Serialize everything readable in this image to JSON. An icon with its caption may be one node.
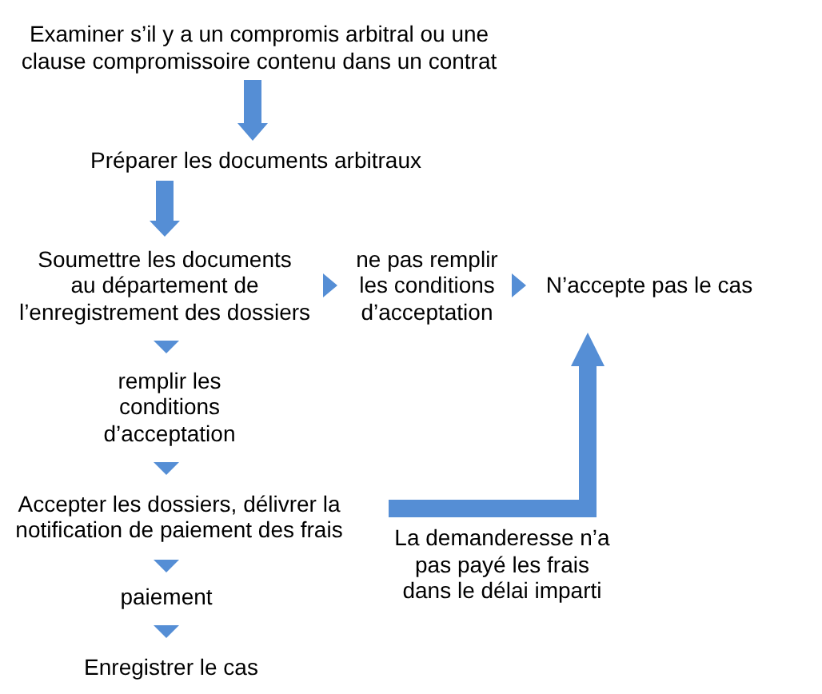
{
  "diagram": {
    "nodes": [
      {
        "text": [
          "Examiner s’il y a un compromis arbitral ou une clause compromissoire contenu dans un contrat"
        ]
      },
      {
        "text": [
          "Préparer les documents arbitraux"
        ]
      },
      {
        "text": [
          "Soumettre les documents au département de l’enregistrement des dossiers"
        ]
      },
      {
        "text": [
          "ne pas remplir les conditions d’acceptation"
        ]
      },
      {
        "text": [
          "N’accepte pas le cas"
        ]
      },
      {
        "text": [
          "remplir les conditions d’acceptation"
        ]
      },
      {
        "text": [
          "Accepter les dossiers, délivrer la notification de paiement des frais"
        ]
      },
      {
        "text": [
          "paiement"
        ]
      },
      {
        "text": [
          "Enregistrer le cas"
        ]
      }
    ],
    "edges": [
      {
        "from": 0,
        "to": 1,
        "arrow": "to",
        "style": "thick"
      },
      {
        "from": 1,
        "to": 2,
        "arrow": "to",
        "style": "thick"
      },
      {
        "from": 2,
        "to": 3,
        "arrow": "to"
      },
      {
        "from": 3,
        "to": 4,
        "arrow": "to"
      },
      {
        "from": 2,
        "to": 5,
        "arrow": "to"
      },
      {
        "from": 5,
        "to": 6,
        "arrow": "to"
      },
      {
        "from": 6,
        "to": 7,
        "arrow": "to"
      },
      {
        "from": 7,
        "to": 8,
        "arrow": "to"
      },
      {
        "from": 6,
        "to": 4,
        "arrow": "to",
        "style": "thick",
        "label": "La demanderesse n’a pas payé les frais dans le délai imparti"
      }
    ]
  }
}
